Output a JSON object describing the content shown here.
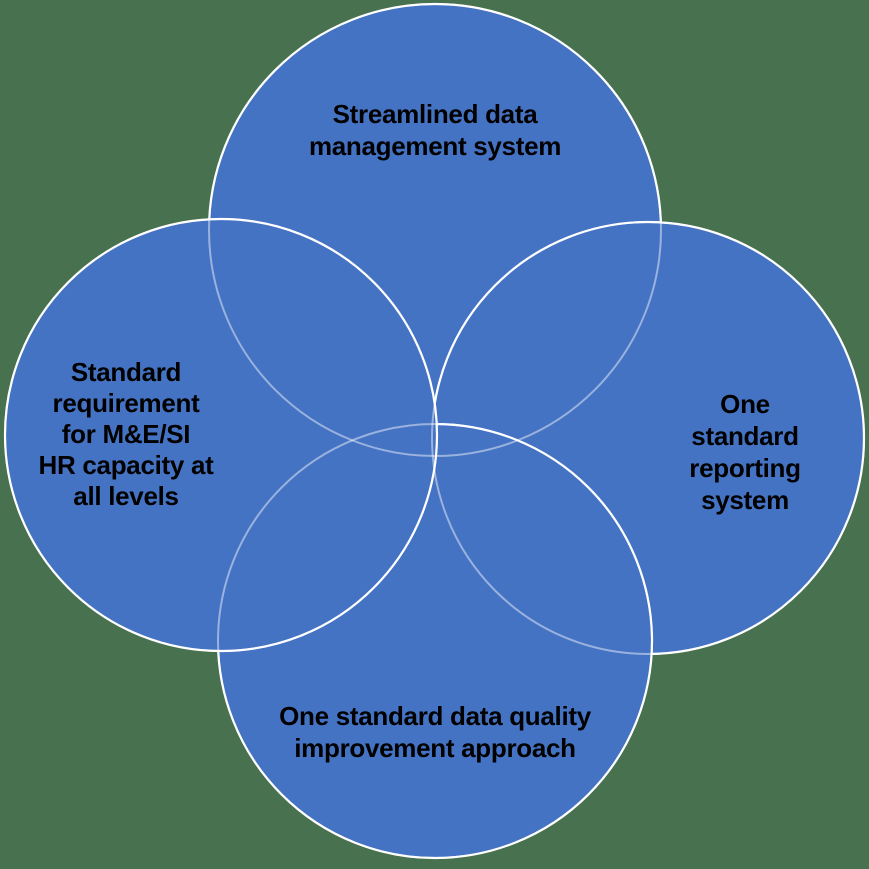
{
  "diagram": {
    "type": "venn-4-circle",
    "labels": {
      "top": "Streamlined data\nmanagement system",
      "left": "Standard\nrequirement\nfor M&E/SI\nHR capacity at\nall levels",
      "right": "One standard\nreporting\nsystem",
      "bottom": "One standard data quality\nimprovement approach"
    },
    "colors": {
      "background": "#48714f",
      "circle_fill": "#4573c4",
      "circle_stroke": "#ffffff",
      "circle_stroke_faint": "rgba(255,255,255,0.45)",
      "label_text": "#000000"
    }
  }
}
